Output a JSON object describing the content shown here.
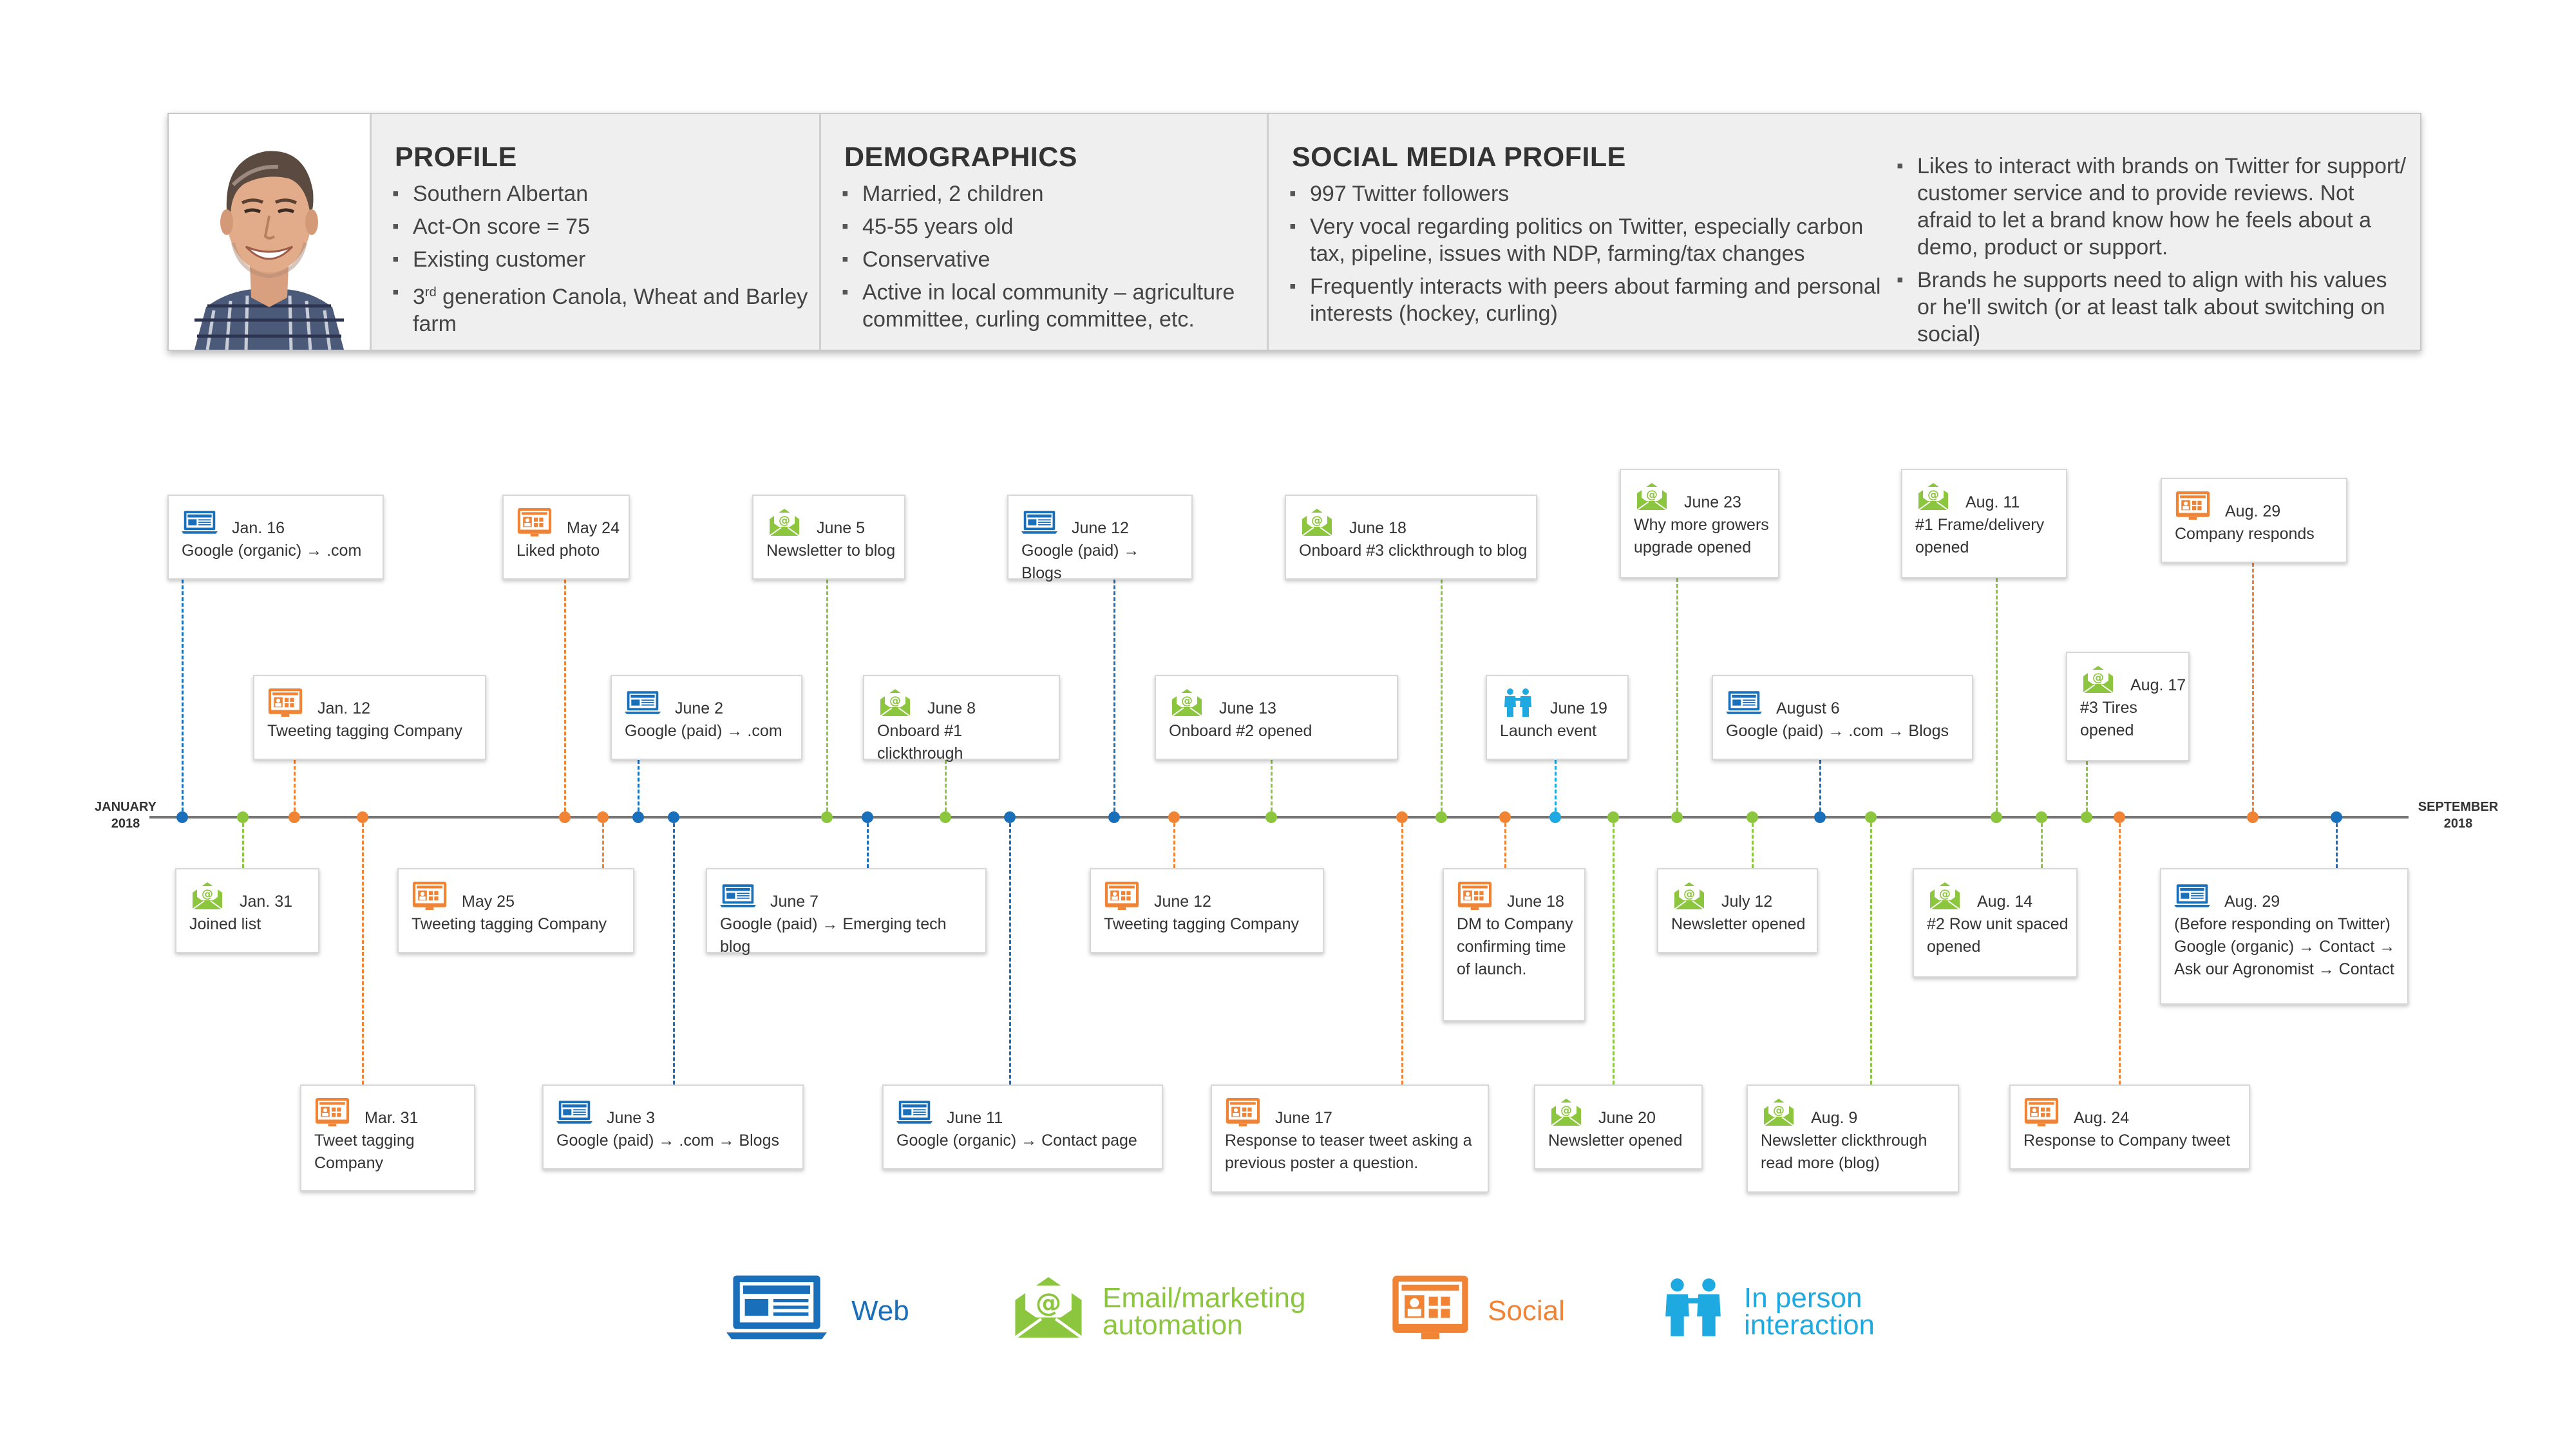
{
  "colors": {
    "web": "#1a6fba",
    "email": "#8cc63e",
    "social": "#f18335",
    "person": "#1ea9e1",
    "axis": "#777777"
  },
  "profile": {
    "heading": "PROFILE",
    "items": [
      "Southern Albertan",
      "Act-On score = 75",
      "Existing customer"
    ],
    "farm_pre": "3",
    "farm_sup": "rd",
    "farm_post": " generation Canola, Wheat and Barley farm"
  },
  "demographics": {
    "heading": "DEMOGRAPHICS",
    "items": [
      "Married, 2 children",
      "45-55 years old",
      "Conservative",
      "Active in local community – agriculture committee, curling committee, etc."
    ]
  },
  "social_profile": {
    "heading": "SOCIAL MEDIA PROFILE",
    "items": [
      "997 Twitter followers",
      "Very vocal regarding politics on Twitter, especially carbon tax, pipeline, issues with NDP, farming/tax changes",
      "Frequently interacts with peers about farming and personal interests (hockey, curling)"
    ],
    "items2": [
      "Likes to interact with brands on Twitter for support/ customer service and to provide reviews. Not afraid to let a brand know how he feels about a demo, product or support.",
      "Brands he supports need to align with his values or he'll switch (or at least talk about switching on social)"
    ]
  },
  "timeline": {
    "start_label": [
      "JANUARY",
      "2018"
    ],
    "end_label": [
      "SEPTEMBER",
      "2018"
    ],
    "events": [
      {
        "type": "web",
        "date": "Jan. 16",
        "desc": "Google (organic) → .com"
      },
      {
        "type": "email",
        "date": "Jan. 31",
        "desc": "Joined list"
      },
      {
        "type": "social",
        "date": "Jan. 12",
        "desc": "Tweeting tagging Company"
      },
      {
        "type": "social",
        "date": "Mar. 31",
        "desc": "Tweet tagging Company"
      },
      {
        "type": "social",
        "date": "May 24",
        "desc": "Liked photo"
      },
      {
        "type": "social",
        "date": "May 25",
        "desc": "Tweeting tagging Company"
      },
      {
        "type": "web",
        "date": "June 2",
        "desc": "Google (paid) → .com"
      },
      {
        "type": "web",
        "date": "June 3",
        "desc": "Google (paid) → .com → Blogs"
      },
      {
        "type": "email",
        "date": "June 5",
        "desc": "Newsletter to blog"
      },
      {
        "type": "web",
        "date": "June 7",
        "desc": "Google (paid) → Emerging tech blog"
      },
      {
        "type": "email",
        "date": "June 8",
        "desc": "Onboard #1 clickthrough"
      },
      {
        "type": "web",
        "date": "June 11",
        "desc": "Google (organic) → Contact page"
      },
      {
        "type": "web",
        "date": "June 12",
        "desc": "Google (paid) → Blogs"
      },
      {
        "type": "social",
        "date": "June 12",
        "desc": "Tweeting tagging Company"
      },
      {
        "type": "email",
        "date": "June 13",
        "desc": "Onboard #2 opened"
      },
      {
        "type": "social",
        "date": "June 17",
        "desc": "Response to teaser tweet asking a previous poster a question."
      },
      {
        "type": "email",
        "date": "June 18",
        "desc": "Onboard #3 clickthrough to blog"
      },
      {
        "type": "social",
        "date": "June 18",
        "desc": "DM to Company confirming time of launch."
      },
      {
        "type": "person",
        "date": "June 19",
        "desc": "Launch event"
      },
      {
        "type": "email",
        "date": "June 20",
        "desc": "Newsletter opened"
      },
      {
        "type": "email",
        "date": "June 23",
        "desc": "Why more growers upgrade opened"
      },
      {
        "type": "email",
        "date": "July 12",
        "desc": "Newsletter opened"
      },
      {
        "type": "web",
        "date": "August 6",
        "desc": "Google (paid) → .com → Blogs"
      },
      {
        "type": "email",
        "date": "Aug. 9",
        "desc": "Newsletter clickthrough read more (blog)"
      },
      {
        "type": "email",
        "date": "Aug. 11",
        "desc": "#1 Frame/delivery opened"
      },
      {
        "type": "email",
        "date": "Aug. 14",
        "desc": "#2 Row unit spaced opened"
      },
      {
        "type": "email",
        "date": "Aug. 17",
        "desc": "#3 Tires opened"
      },
      {
        "type": "social",
        "date": "Aug. 24",
        "desc": "Response to Company tweet"
      },
      {
        "type": "social",
        "date": "Aug. 29",
        "desc": "Company responds"
      },
      {
        "type": "web",
        "date": "Aug. 29",
        "desc": "(Before responding on Twitter) Google (organic) → Contact → Ask our Agronomist →  Contact"
      }
    ]
  },
  "legend": [
    {
      "type": "web",
      "label": "Web"
    },
    {
      "type": "email",
      "label": "Email/marketing automation"
    },
    {
      "type": "social",
      "label": "Social"
    },
    {
      "type": "person",
      "label": "In person interaction"
    }
  ]
}
